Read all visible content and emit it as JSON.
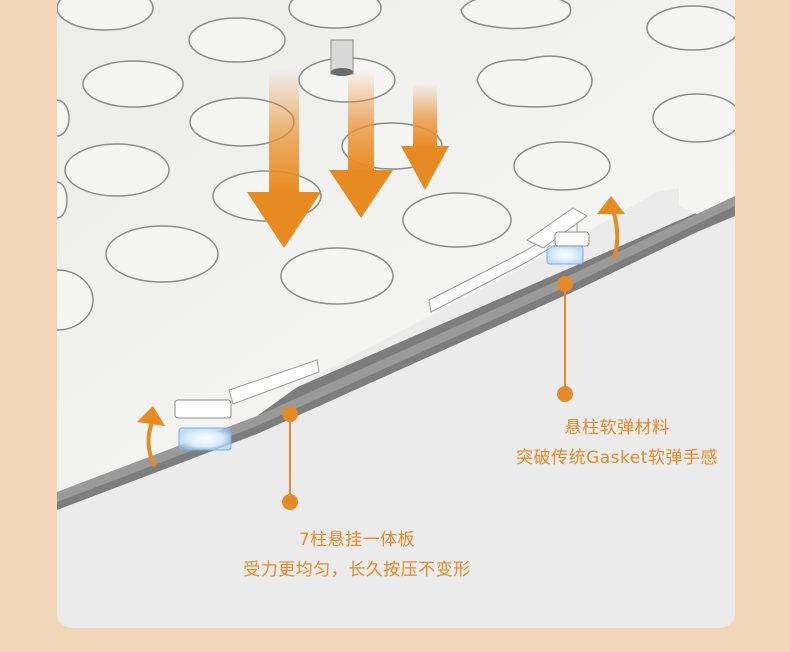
{
  "callouts": {
    "right": {
      "title": "悬柱软弹材料",
      "desc": "突破传统Gasket软弹手感"
    },
    "left": {
      "title": "7柱悬挂一体板",
      "desc": "受力更均匀，长久按压不变形"
    }
  },
  "colors": {
    "background": "#f1d7b8",
    "panel": "#ebebeb",
    "accent": "#e58a2a",
    "plate": "#f7f7f5",
    "plate_edge": "#7d7d7d",
    "glow": "#cfe6ff"
  },
  "icons": [
    "pressure-arrow-icon",
    "rebound-arrow-icon",
    "gasket-post-icon",
    "callout-pin-icon"
  ]
}
